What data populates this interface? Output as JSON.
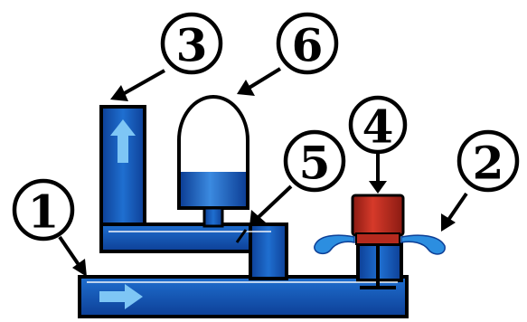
{
  "colors": {
    "background": "#ffffff",
    "outline": "#000000",
    "water": "#1f6fd0",
    "water_dark": "#0d3f96",
    "flow_arrow": "#7ec6f5",
    "valve_body": "#d63a2a",
    "valve_dark": "#8a1a12",
    "spray": "#2c8ee0"
  },
  "icons": {
    "flow_arrow": "right-arrow-icon",
    "rise_arrow": "up-arrow-icon"
  },
  "callouts": [
    {
      "id": "callout-1",
      "label": "1"
    },
    {
      "id": "callout-2",
      "label": "2"
    },
    {
      "id": "callout-3",
      "label": "3"
    },
    {
      "id": "callout-4",
      "label": "4"
    },
    {
      "id": "callout-5",
      "label": "5"
    },
    {
      "id": "callout-6",
      "label": "6"
    }
  ]
}
